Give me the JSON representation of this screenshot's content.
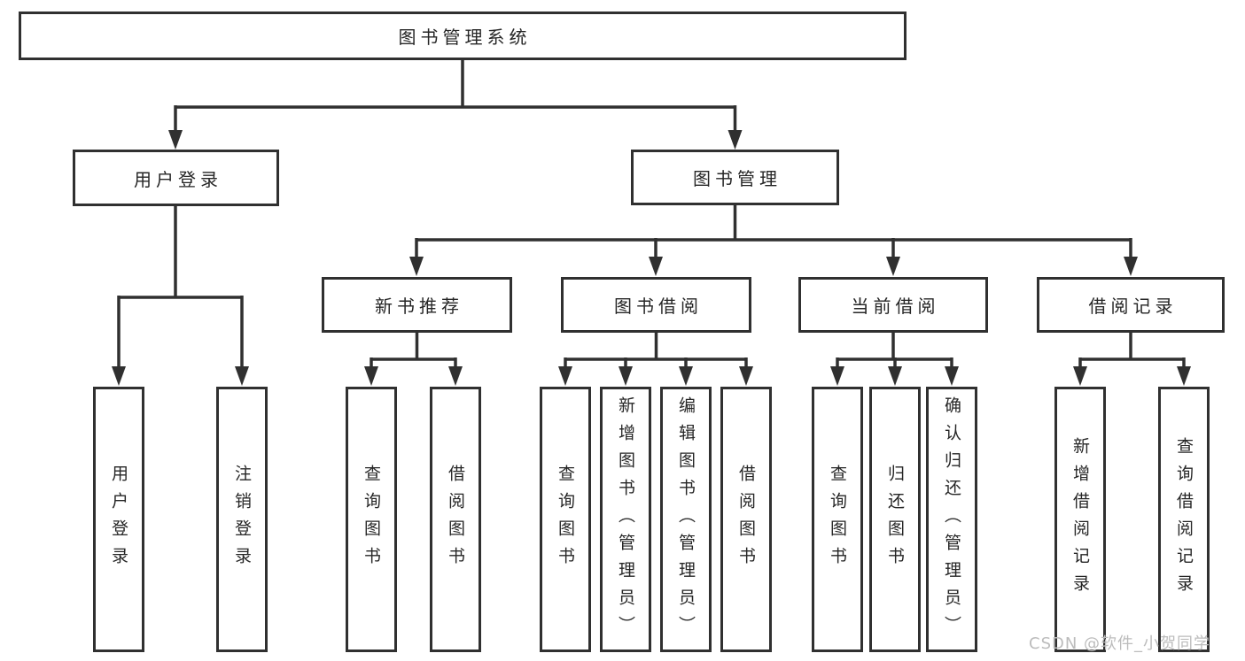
{
  "diagram_title": "图书管理系统",
  "tree": {
    "label": "图书管理系统",
    "children": [
      {
        "label": "用户登录",
        "children": [
          {
            "label": "用户登录"
          },
          {
            "label": "注销登录"
          }
        ]
      },
      {
        "label": "图书管理",
        "children": [
          {
            "label": "新书推荐",
            "children": [
              {
                "label": "查询图书"
              },
              {
                "label": "借阅图书"
              }
            ]
          },
          {
            "label": "图书借阅",
            "children": [
              {
                "label": "查询图书"
              },
              {
                "label": "新增图书（管理员）"
              },
              {
                "label": "编辑图书（管理员）"
              },
              {
                "label": "借阅图书"
              }
            ]
          },
          {
            "label": "当前借阅",
            "children": [
              {
                "label": "查询图书"
              },
              {
                "label": "归还图书"
              },
              {
                "label": "确认归还（管理员）"
              }
            ]
          },
          {
            "label": "借阅记录",
            "children": [
              {
                "label": "新增借阅记录"
              },
              {
                "label": "查询借阅记录"
              }
            ]
          }
        ]
      }
    ]
  },
  "watermark": "CSDN @软件_小贺同学",
  "colors": {
    "border": "#303030",
    "line": "#303030",
    "text": "#262626",
    "watermark": "#bcbcbc",
    "background": "#ffffff"
  }
}
